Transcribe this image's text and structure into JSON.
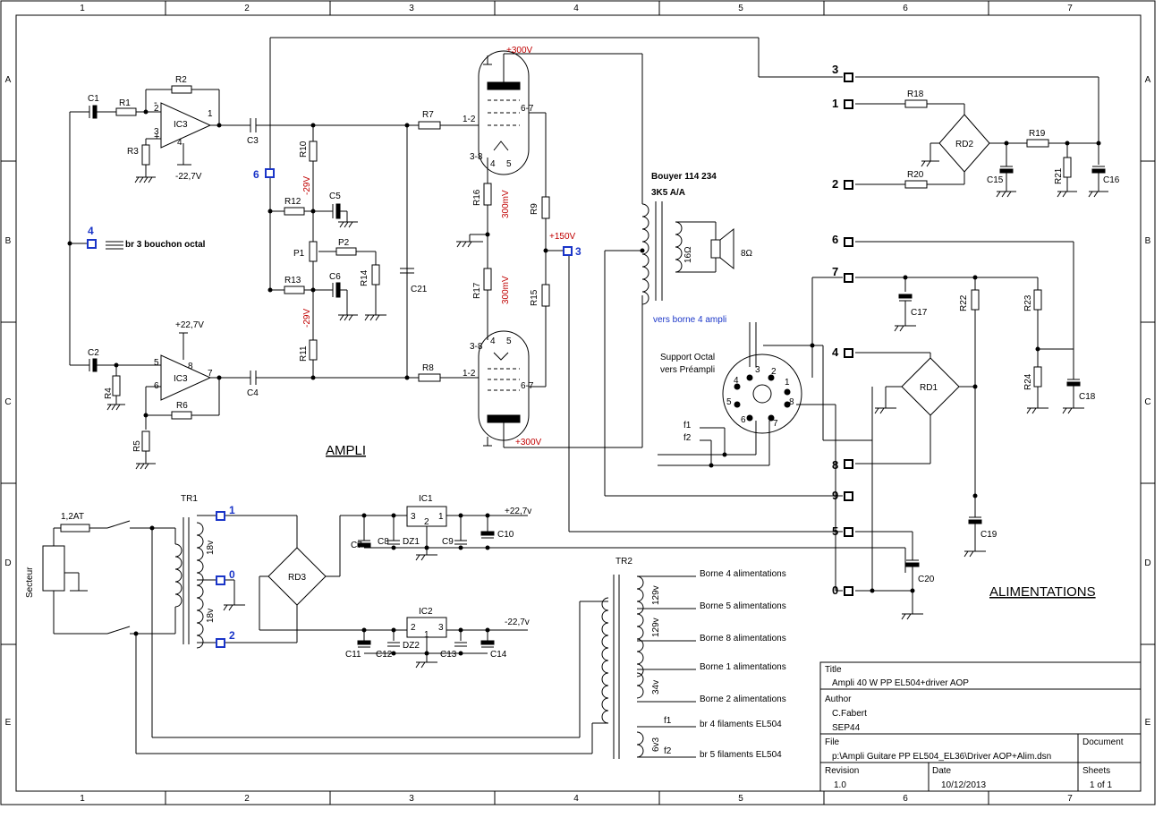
{
  "border": {
    "cols": [
      "1",
      "2",
      "3",
      "4",
      "5",
      "6",
      "7"
    ],
    "rows": [
      "A",
      "B",
      "C",
      "D",
      "E"
    ]
  },
  "sections": {
    "ampli": "AMPLI",
    "alimentations": "ALIMENTATIONS"
  },
  "components": {
    "C1": "C1",
    "R1": "R1",
    "R2": "R2",
    "IC3a": "IC3",
    "R3": "R3",
    "C3": "C3",
    "V227n": "-22,7V",
    "C2": "C2",
    "R4": "R4",
    "R5": "R5",
    "R6": "R6",
    "IC3b": "IC3",
    "C4": "C4",
    "V227p": "+22,7V",
    "R10": "R10",
    "R11": "R11",
    "R12": "R12",
    "R13": "R13",
    "C5": "C5",
    "C6": "C6",
    "P1": "P1",
    "P2": "P2",
    "R14": "R14",
    "C21": "C21",
    "R7": "R7",
    "R8": "R8",
    "R9": "R9",
    "R15": "R15",
    "R16": "R16",
    "R17": "R17",
    "R18": "R18",
    "R19": "R19",
    "R20": "R20",
    "R21": "R21",
    "RD2": "RD2",
    "C15": "C15",
    "C16": "C16",
    "C17": "C17",
    "C18": "C18",
    "C19": "C19",
    "C20": "C20",
    "R22": "R22",
    "R23": "R23",
    "R24": "R24",
    "RD1": "RD1",
    "TR1": "TR1",
    "TR2": "TR2",
    "RD3": "RD3",
    "IC1": "IC1",
    "IC2": "IC2",
    "C7": "C7",
    "C8": "C8",
    "C9": "C9",
    "C10": "C10",
    "C11": "C11",
    "C12": "C12",
    "C13": "C13",
    "C14": "C14",
    "DZ1": "DZ1",
    "DZ2": "DZ2"
  },
  "pins": {
    "p1": "1",
    "p2": "2",
    "p3": "3",
    "p4": "4",
    "p5": "5",
    "p6": "6",
    "p7": "7",
    "p8": "8",
    "t12": "1-2",
    "t38": "3-8",
    "t67": "6-7"
  },
  "voltages": {
    "v300a": "+300V",
    "v300b": "+300V",
    "v150": "+150V",
    "n29a": "-29V",
    "n29b": "-29V",
    "mv1": "300mV",
    "mv2": "300mV",
    "p227": "+22,7v",
    "n227": "-22,7v"
  },
  "transformer": {
    "name": "Bouyer 114 234",
    "imp": "3K5 A/A",
    "spk_imp": "16Ω",
    "spk": "8Ω"
  },
  "octal": {
    "title1": "Support Octal",
    "title2": "vers Préampli",
    "borne4": "vers borne 4 ampli",
    "br3": "br 3 bouchon octal",
    "f1": "f1",
    "f2": "f2"
  },
  "terminals": {
    "t1": "1",
    "t2": "2",
    "t3": "3",
    "t4": "4",
    "t5": "5",
    "t6": "6",
    "t7": "7",
    "t8": "8",
    "t9": "9",
    "t0": "0"
  },
  "blue": {
    "b4": "4",
    "b6": "6",
    "b3": "3",
    "b1": "1",
    "b0": "0",
    "b2": "2"
  },
  "psu": {
    "fuse": "1,2AT",
    "secteur": "Secteur",
    "v18a": "18v",
    "v18b": "18v",
    "v129a": "129v",
    "v129b": "129v",
    "v34": "34v",
    "v63": "6v3",
    "f1": "f1",
    "f2": "f2"
  },
  "bornes": [
    "Borne 4 alimentations",
    "Borne 5 alimentations",
    "Borne 8 alimentations",
    "Borne 1 alimentations",
    "Borne 2 alimentations",
    "br 4 filaments EL504",
    "br 5 filaments EL504"
  ],
  "title_block": {
    "title_lbl": "Title",
    "title": "Ampli 40 W PP EL504+driver AOP",
    "author_lbl": "Author",
    "author": "C.Fabert",
    "author2": "SEP44",
    "file_lbl": "File",
    "file": "p:\\Ampli Guitare PP EL504_EL36\\Driver AOP+Alim.dsn",
    "doc_lbl": "Document",
    "rev_lbl": "Revision",
    "rev": "1.0",
    "date_lbl": "Date",
    "date": "10/12/2013",
    "sheets_lbl": "Sheets",
    "sheets": "1 of 1"
  }
}
